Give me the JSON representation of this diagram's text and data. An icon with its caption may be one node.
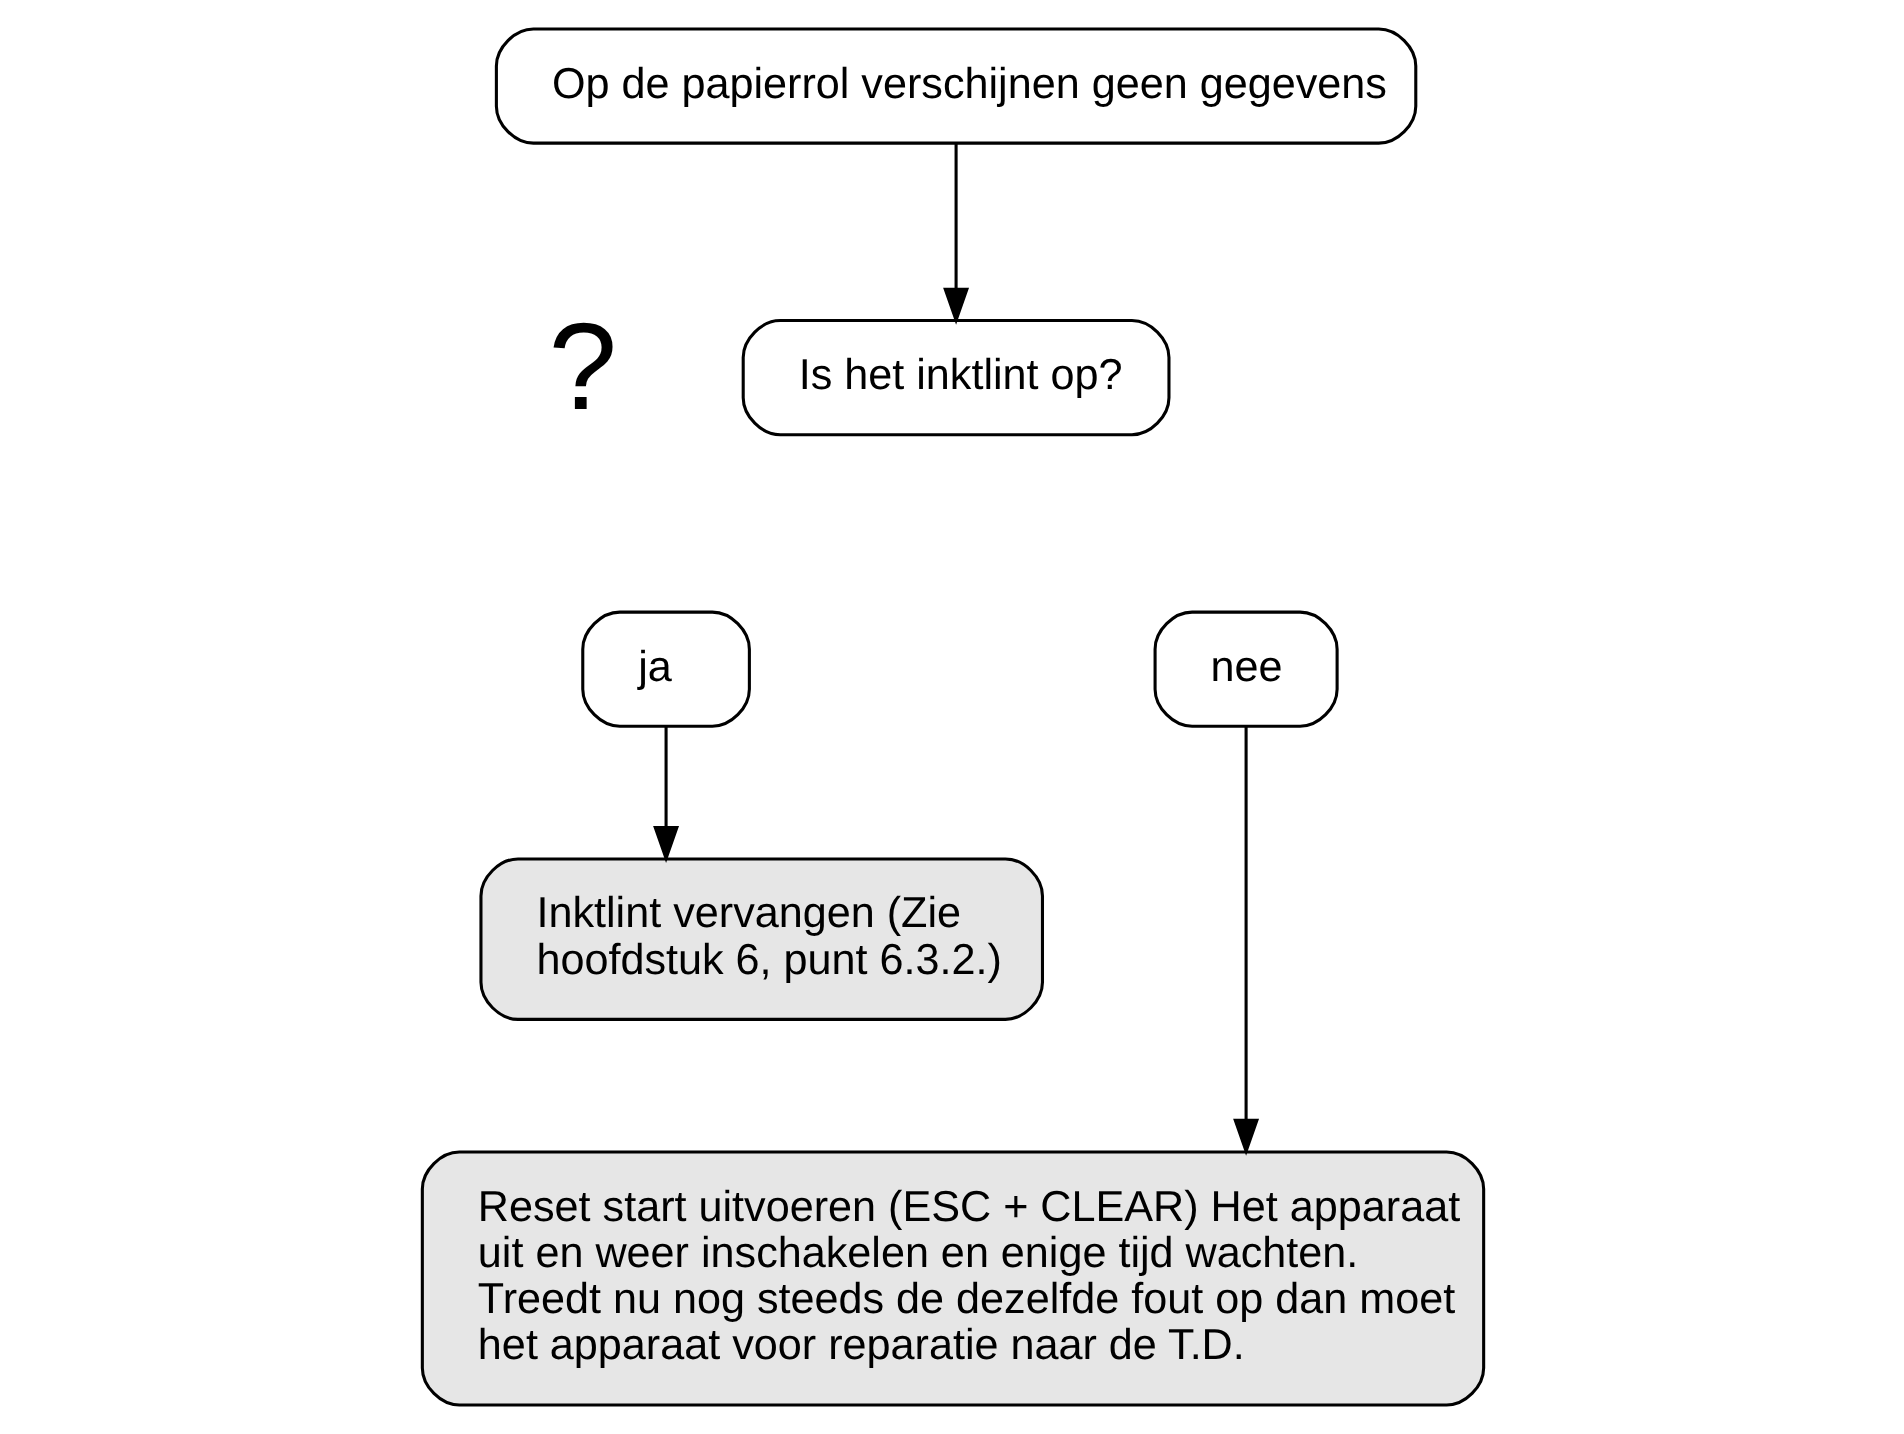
{
  "diagram": {
    "nodes": [
      {
        "text": [
          "Op de papierrol verschijnen geen gegevens"
        ]
      },
      {
        "text": [
          "Is het inktlint op?"
        ],
        "beside": [
          "?"
        ]
      },
      {
        "text": [
          "ja"
        ]
      },
      {
        "text": [
          "nee"
        ]
      },
      {
        "text": [
          "Inktlint vervangen (Zie hoofdstuk 6, punt 6.3.2.)"
        ]
      },
      {
        "text": [
          "Reset start uitvoeren (ESC + CLEAR) Het apparaat uit en weer inschakelen en enige tijd wachten. Treedt nu nog steeds de dezelfde fout op dan moet het apparaat voor reparatie naar de T.D."
        ]
      }
    ],
    "edges": [
      {
        "from": 0,
        "to": 1,
        "arrow": "to"
      },
      {
        "from": 2,
        "to": 4,
        "arrow": "to"
      },
      {
        "from": 3,
        "to": 5,
        "arrow": "to"
      }
    ]
  }
}
